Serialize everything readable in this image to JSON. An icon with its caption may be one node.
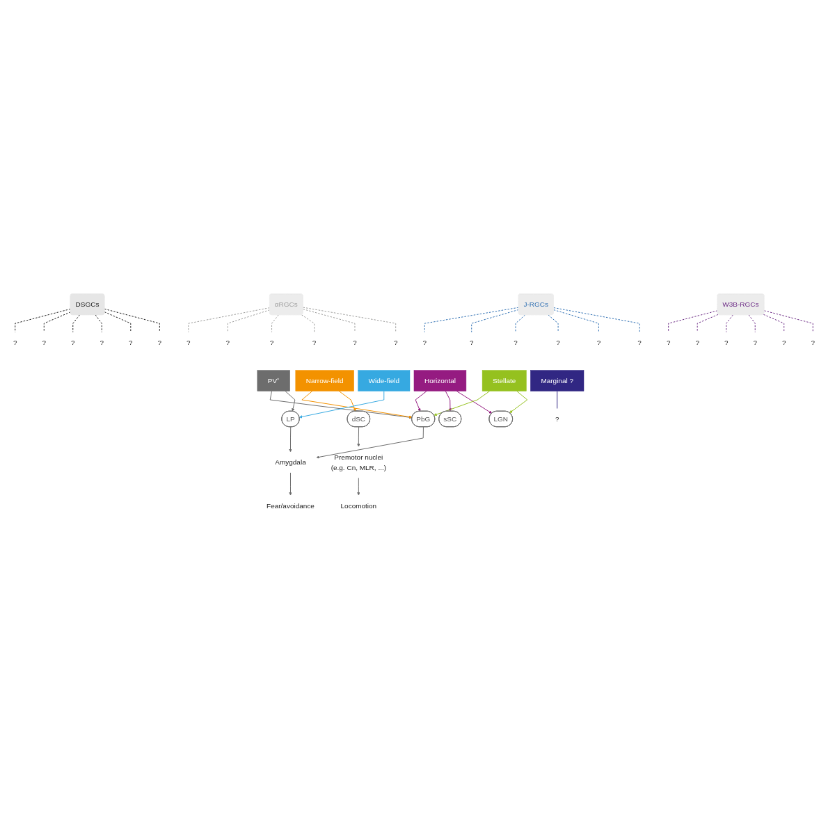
{
  "diagram": {
    "nodes": [
      {
        "text": [
          "DSGCs"
        ]
      },
      {
        "text": [
          "αRGCs"
        ]
      },
      {
        "text": [
          "J-RGCs"
        ]
      },
      {
        "text": [
          "W3B-RGCs"
        ]
      },
      {
        "text": [
          "?"
        ]
      },
      {
        "text": [
          "?"
        ]
      },
      {
        "text": [
          "?"
        ]
      },
      {
        "text": [
          "?"
        ]
      },
      {
        "text": [
          "?"
        ]
      },
      {
        "text": [
          "?"
        ]
      },
      {
        "text": [
          "?"
        ]
      },
      {
        "text": [
          "?"
        ]
      },
      {
        "text": [
          "?"
        ]
      },
      {
        "text": [
          "?"
        ]
      },
      {
        "text": [
          "?"
        ]
      },
      {
        "text": [
          "?"
        ]
      },
      {
        "text": [
          "?"
        ]
      },
      {
        "text": [
          "?"
        ]
      },
      {
        "text": [
          "?"
        ]
      },
      {
        "text": [
          "?"
        ]
      },
      {
        "text": [
          "?"
        ]
      },
      {
        "text": [
          "?"
        ]
      },
      {
        "text": [
          "?"
        ]
      },
      {
        "text": [
          "?"
        ]
      },
      {
        "text": [
          "?"
        ]
      },
      {
        "text": [
          "?"
        ]
      },
      {
        "text": [
          "?"
        ]
      },
      {
        "text": [
          "?"
        ]
      },
      {
        "text": [
          "PV⁺"
        ]
      },
      {
        "text": [
          "Narrow-field"
        ]
      },
      {
        "text": [
          "Wide-field"
        ]
      },
      {
        "text": [
          "Horizontal"
        ]
      },
      {
        "text": [
          "Stellate"
        ]
      },
      {
        "text": [
          "Marginal ?"
        ]
      },
      {
        "text": [
          "?"
        ]
      },
      {
        "text": [
          "PbG"
        ]
      },
      {
        "text": [
          "LP"
        ]
      },
      {
        "text": [
          "dSC"
        ]
      },
      {
        "text": [
          "sSC"
        ]
      },
      {
        "text": [
          "LGN"
        ]
      },
      {
        "text": [
          "Amygdala"
        ]
      },
      {
        "text": [
          "Premotor nuclei",
          "(e.g. Cn, MLR, ...)"
        ]
      },
      {
        "text": [
          "Fear/avoidance"
        ]
      },
      {
        "text": [
          "Locomotion"
        ]
      }
    ],
    "edges": [
      {
        "from": 0,
        "to": 4,
        "arrow": "none",
        "style": "dashed",
        "color": "#1a1a1a"
      },
      {
        "from": 0,
        "to": 8,
        "arrow": "none",
        "style": "dashed",
        "color": "#1a1a1a"
      },
      {
        "from": 0,
        "to": 12,
        "arrow": "none",
        "style": "dashed",
        "color": "#1a1a1a"
      },
      {
        "from": 0,
        "to": 19,
        "arrow": "none",
        "style": "dashed",
        "color": "#1a1a1a"
      },
      {
        "from": 0,
        "to": 23,
        "arrow": "none",
        "style": "dashed",
        "color": "#1a1a1a"
      },
      {
        "from": 0,
        "to": 27,
        "arrow": "none",
        "style": "dashed",
        "color": "#1a1a1a"
      },
      {
        "from": 1,
        "to": 5,
        "arrow": "none",
        "style": "dashed",
        "color": "#9d9d9c"
      },
      {
        "from": 1,
        "to": 9,
        "arrow": "none",
        "style": "dashed",
        "color": "#9d9d9c"
      },
      {
        "from": 1,
        "to": 13,
        "arrow": "none",
        "style": "dashed",
        "color": "#9d9d9c"
      },
      {
        "from": 1,
        "to": 18,
        "arrow": "none",
        "style": "dashed",
        "color": "#9d9d9c"
      },
      {
        "from": 1,
        "to": 22,
        "arrow": "none",
        "style": "dashed",
        "color": "#9d9d9c"
      },
      {
        "from": 1,
        "to": 26,
        "arrow": "none",
        "style": "dashed",
        "color": "#9d9d9c"
      },
      {
        "from": 2,
        "to": 6,
        "arrow": "none",
        "style": "dashed",
        "color": "#2f6fb3"
      },
      {
        "from": 2,
        "to": 10,
        "arrow": "none",
        "style": "dashed",
        "color": "#2f6fb3"
      },
      {
        "from": 2,
        "to": 14,
        "arrow": "none",
        "style": "dashed",
        "color": "#2f6fb3"
      },
      {
        "from": 2,
        "to": 17,
        "arrow": "none",
        "style": "dashed",
        "color": "#2f6fb3"
      },
      {
        "from": 2,
        "to": 21,
        "arrow": "none",
        "style": "dashed",
        "color": "#2f6fb3"
      },
      {
        "from": 2,
        "to": 25,
        "arrow": "none",
        "style": "dashed",
        "color": "#2f6fb3"
      },
      {
        "from": 3,
        "to": 7,
        "arrow": "none",
        "style": "dashed",
        "color": "#6b2a85"
      },
      {
        "from": 3,
        "to": 11,
        "arrow": "none",
        "style": "dashed",
        "color": "#6b2a85"
      },
      {
        "from": 3,
        "to": 15,
        "arrow": "none",
        "style": "dashed",
        "color": "#6b2a85"
      },
      {
        "from": 3,
        "to": 16,
        "arrow": "none",
        "style": "dashed",
        "color": "#6b2a85"
      },
      {
        "from": 3,
        "to": 20,
        "arrow": "none",
        "style": "dashed",
        "color": "#6b2a85"
      },
      {
        "from": 3,
        "to": 24,
        "arrow": "none",
        "style": "dashed",
        "color": "#6b2a85"
      },
      {
        "from": 33,
        "to": 34,
        "arrow": "none",
        "color": "#312783"
      },
      {
        "from": 28,
        "to": 35,
        "arrow": "to",
        "color": "#6d6d6d"
      },
      {
        "from": 28,
        "to": 36,
        "arrow": "to",
        "color": "#6d6d6d"
      },
      {
        "from": 29,
        "to": 35,
        "arrow": "to",
        "color": "#f39200"
      },
      {
        "from": 29,
        "to": 37,
        "arrow": "to",
        "color": "#f39200"
      },
      {
        "from": 30,
        "to": 36,
        "arrow": "to",
        "color": "#36a9e1"
      },
      {
        "from": 31,
        "to": 35,
        "arrow": "to",
        "color": "#951b81"
      },
      {
        "from": 31,
        "to": 38,
        "arrow": "to",
        "color": "#951b81"
      },
      {
        "from": 31,
        "to": 39,
        "arrow": "to",
        "color": "#951b81"
      },
      {
        "from": 32,
        "to": 35,
        "arrow": "to",
        "color": "#95c11f"
      },
      {
        "from": 32,
        "to": 39,
        "arrow": "to",
        "color": "#95c11f"
      },
      {
        "from": 35,
        "to": 40,
        "arrow": "to"
      },
      {
        "from": 36,
        "to": 40,
        "arrow": "to"
      },
      {
        "from": 37,
        "to": 41,
        "arrow": "to"
      },
      {
        "from": 40,
        "to": 42,
        "arrow": "to"
      },
      {
        "from": 41,
        "to": 43,
        "arrow": "to"
      }
    ]
  }
}
